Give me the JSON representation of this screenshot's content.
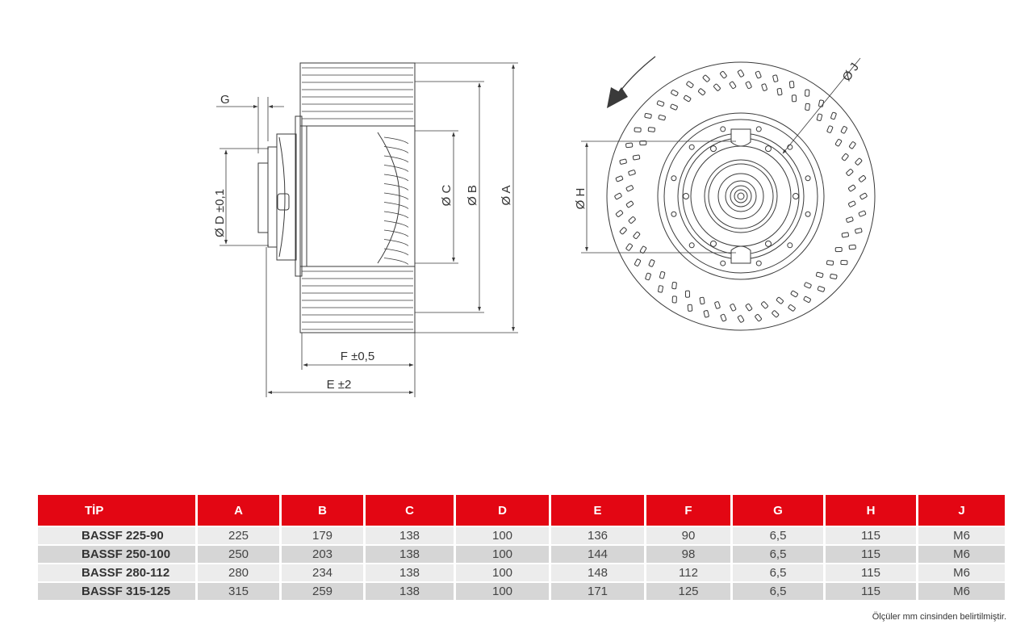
{
  "drawing": {
    "side_view": {
      "labels": {
        "g": "G",
        "d": "Ø D ±0,1",
        "c": "Ø C",
        "b": "Ø B",
        "a": "Ø A",
        "f": "F ±0,5",
        "e": "E ±2"
      }
    },
    "front_view": {
      "labels": {
        "h": "Ø H",
        "j": "Ø J"
      }
    },
    "colors": {
      "line": "#3a3a3a"
    }
  },
  "table": {
    "header_color": "#e30613",
    "headers": [
      "TİP",
      "A",
      "B",
      "C",
      "D",
      "E",
      "F",
      "G",
      "H",
      "J"
    ],
    "rows": [
      [
        "BASSF 225-90",
        "225",
        "179",
        "138",
        "100",
        "136",
        "90",
        "6,5",
        "115",
        "M6"
      ],
      [
        "BASSF 250-100",
        "250",
        "203",
        "138",
        "100",
        "144",
        "98",
        "6,5",
        "115",
        "M6"
      ],
      [
        "BASSF 280-112",
        "280",
        "234",
        "138",
        "100",
        "148",
        "112",
        "6,5",
        "115",
        "M6"
      ],
      [
        "BASSF 315-125",
        "315",
        "259",
        "138",
        "100",
        "171",
        "125",
        "6,5",
        "115",
        "M6"
      ]
    ]
  },
  "note": "Ölçüler mm cinsinden belirtilmiştir."
}
